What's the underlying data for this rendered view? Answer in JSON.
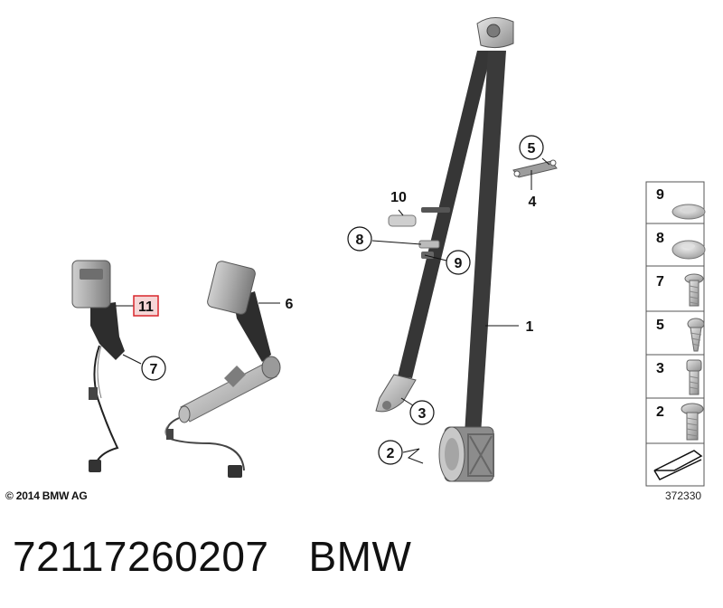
{
  "callouts": {
    "c1": "1",
    "c2": "2",
    "c3": "3",
    "c4": "4",
    "c5": "5",
    "c6": "6",
    "c7": "7",
    "c8": "8",
    "c9": "9",
    "c10": "10",
    "c11": "11"
  },
  "legend": {
    "items": [
      "9",
      "8",
      "7",
      "5",
      "3",
      "2"
    ]
  },
  "colors": {
    "highlight_box": "#d9262b",
    "highlight_fill": "#f6d6d6",
    "belt": "#3a3a3a",
    "hardware": "#b9b9b9"
  },
  "copyright": "© 2014 BMW AG",
  "diagram_number": "372330",
  "footer": {
    "part_number": "72117260207",
    "brand": "BMW"
  }
}
